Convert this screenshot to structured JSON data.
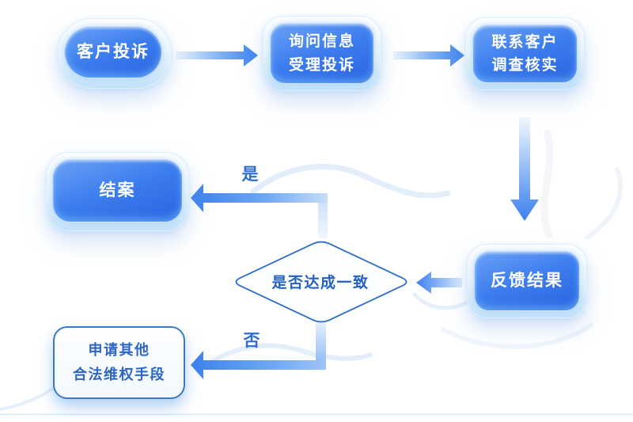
{
  "flow": {
    "nodes": {
      "complaint": {
        "label": "客户投诉"
      },
      "inquiry": {
        "line1": "询问信息",
        "line2": "受理投诉"
      },
      "contact": {
        "line1": "联系客户",
        "line2": "调查核实"
      },
      "feedback": {
        "label": "反馈结果"
      },
      "decision": {
        "label": "是否达成一致"
      },
      "close_case": {
        "label": "结案"
      },
      "apply_other": {
        "line1": "申请其他",
        "line2": "合法维权手段"
      }
    },
    "edge_labels": {
      "yes": "是",
      "no": "否"
    },
    "edges": [
      {
        "from": "complaint",
        "to": "inquiry",
        "label": ""
      },
      {
        "from": "inquiry",
        "to": "contact",
        "label": ""
      },
      {
        "from": "contact",
        "to": "feedback",
        "label": ""
      },
      {
        "from": "feedback",
        "to": "decision",
        "label": ""
      },
      {
        "from": "decision",
        "to": "close_case",
        "label": "是"
      },
      {
        "from": "decision",
        "to": "apply_other",
        "label": "否"
      }
    ],
    "colors": {
      "node_gradient_start": "#6ba2f6",
      "node_gradient_end": "#2a64e0",
      "arrow_head_blue": "#3b80ee",
      "diamond_outline": "#2d6cc8",
      "text_on_blue": "#ffffff",
      "text_blue": "#2b66c4",
      "edge_label_blue": "#2f6bd0",
      "background": "#ffffff"
    }
  }
}
